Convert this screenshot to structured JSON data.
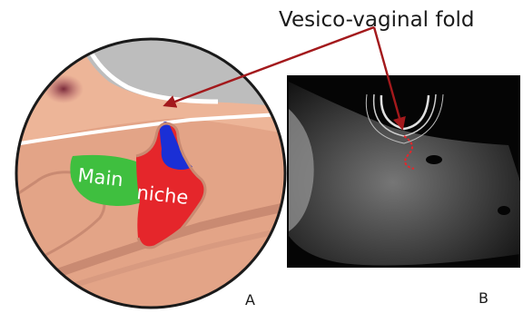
{
  "figure": {
    "top_label": "Vesico-vaginal fold",
    "niche_label_left": "Main",
    "niche_label_right": "niche",
    "panel_a_label": "A",
    "panel_b_label": "B"
  },
  "colors": {
    "arrow": "#a3191c",
    "main_niche": "#e5262b",
    "green_region": "#3fbf3f",
    "blue_region": "#1a2fd6",
    "tissue": "#e7a98b",
    "bladder": "#b8b8b8",
    "ultrasound_bg": "#050505"
  }
}
